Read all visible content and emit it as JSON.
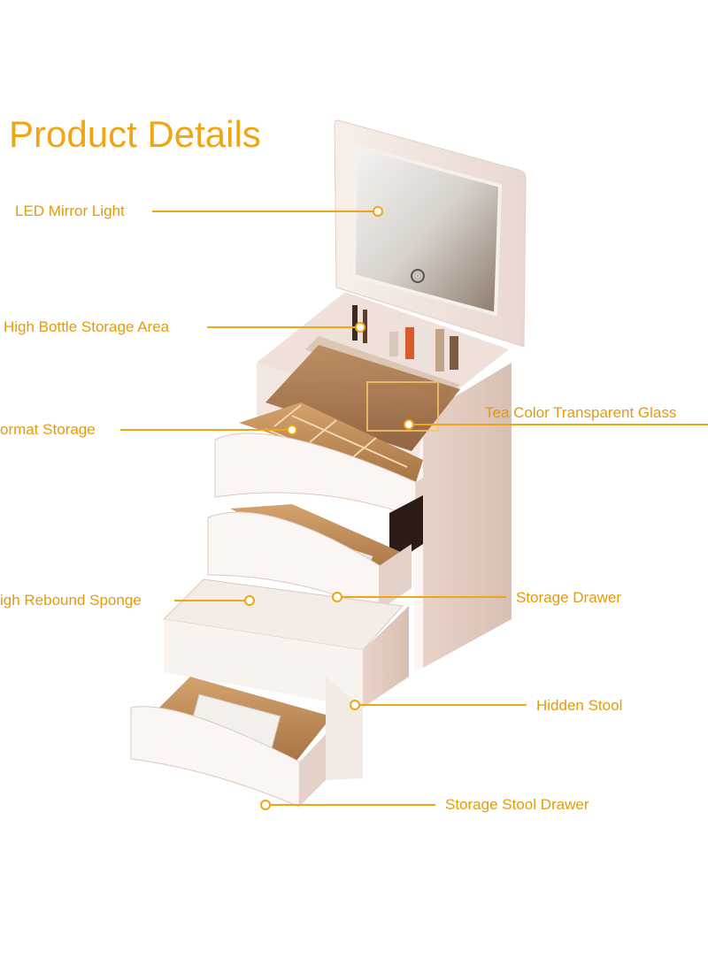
{
  "title": "Product Details",
  "callouts": [
    {
      "id": "led-mirror-light",
      "label": "LED Mirror Light"
    },
    {
      "id": "high-bottle-storage",
      "label": "High Bottle Storage Area"
    },
    {
      "id": "grid-storage",
      "label": "ormat Storage"
    },
    {
      "id": "tea-glass",
      "label": "Tea Color Transparent Glass"
    },
    {
      "id": "sponge",
      "label": "igh Rebound Sponge"
    },
    {
      "id": "storage-drawer",
      "label": "Storage Drawer"
    },
    {
      "id": "hidden-stool",
      "label": "Hidden Stool"
    },
    {
      "id": "stool-drawer",
      "label": "Storage Stool Drawer"
    }
  ],
  "colors": {
    "accent": "#f0a512",
    "cabinet": "#f5ebe6",
    "wood": "#c89a66"
  }
}
